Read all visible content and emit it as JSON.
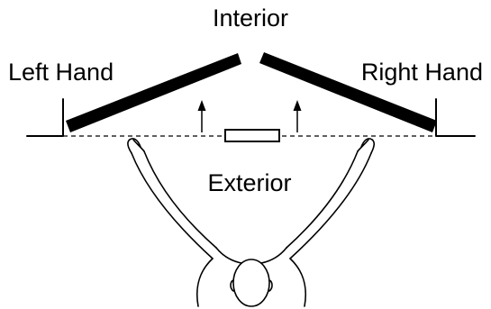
{
  "labels": {
    "interior": "Interior",
    "left_hand": "Left Hand",
    "right_hand": "Right Hand",
    "exterior": "Exterior"
  }
}
